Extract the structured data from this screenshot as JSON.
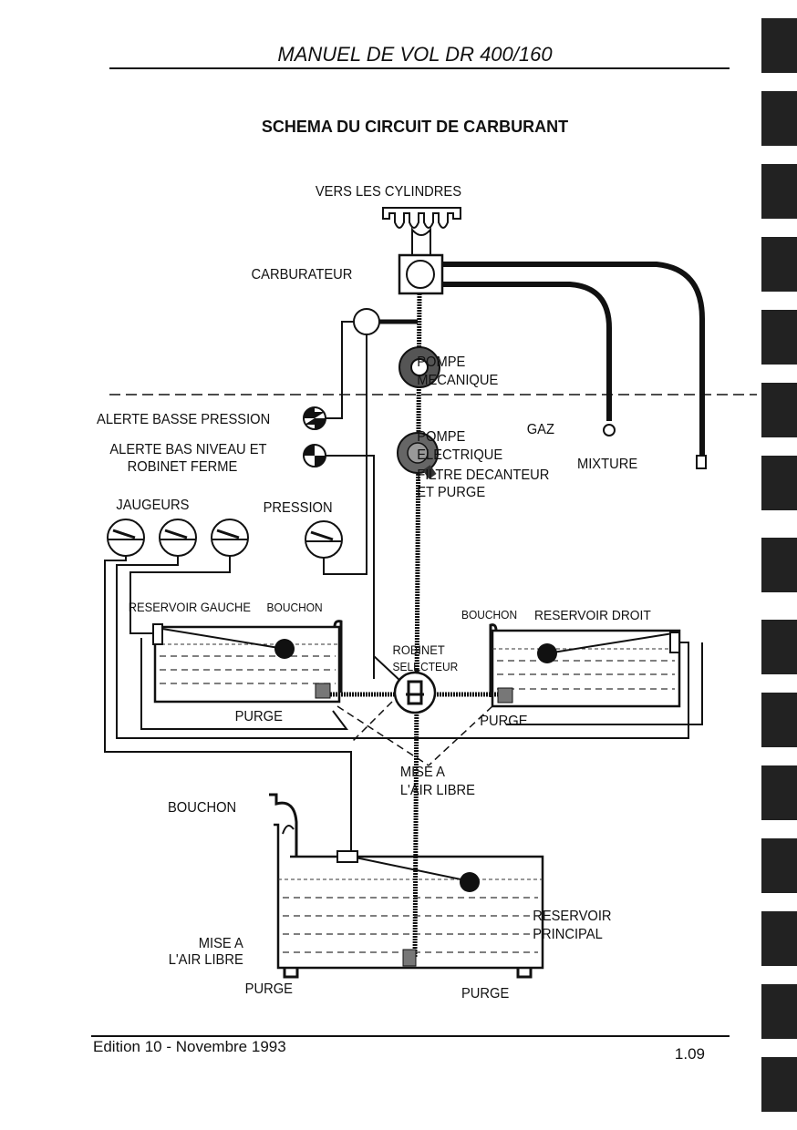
{
  "header": {
    "title": "MANUEL DE VOL DR 400/160"
  },
  "diagram": {
    "title": "SCHEMA DU CIRCUIT DE CARBURANT",
    "labels": {
      "vers_cylindres": "VERS LES CYLINDRES",
      "carburateur": "CARBURATEUR",
      "pompe_mecanique_1": "POMPE",
      "pompe_mecanique_2": "MECANIQUE",
      "alerte_basse_pression": "ALERTE BASSE PRESSION",
      "alerte_bas_niveau_1": "ALERTE BAS NIVEAU ET",
      "alerte_bas_niveau_2": "ROBINET FERME",
      "gaz": "GAZ",
      "mixture": "MIXTURE",
      "pompe_electrique_1": "POMPE",
      "pompe_electrique_2": "ELECTRIQUE",
      "pompe_electrique_3": "FILTRE DECANTEUR",
      "pompe_electrique_4": "ET PURGE",
      "jaugeurs": "JAUGEURS",
      "pression": "PRESSION",
      "reservoir_gauche": "RESERVOIR GAUCHE",
      "bouchon_gauche": "BOUCHON",
      "bouchon_droit": "BOUCHON",
      "reservoir_droit": "RESERVOIR DROIT",
      "robinet_1": "ROBINET",
      "robinet_2": "SELECTEUR",
      "purge_gauche": "PURGE",
      "purge_droit": "PURGE",
      "mise_air_1": "MISE A",
      "mise_air_2": "L'AIR LIBRE",
      "bouchon_principal": "BOUCHON",
      "reservoir_principal_1": "RESERVOIR",
      "reservoir_principal_2": "PRINCIPAL",
      "mise_air_principal_1": "MISE A",
      "mise_air_principal_2": "L'AIR LIBRE",
      "purge_principal_gauche": "PURGE",
      "purge_principal_droit": "PURGE"
    }
  },
  "footer": {
    "edition": "Edition 10 - Novembre 1993",
    "page": "1.09"
  }
}
